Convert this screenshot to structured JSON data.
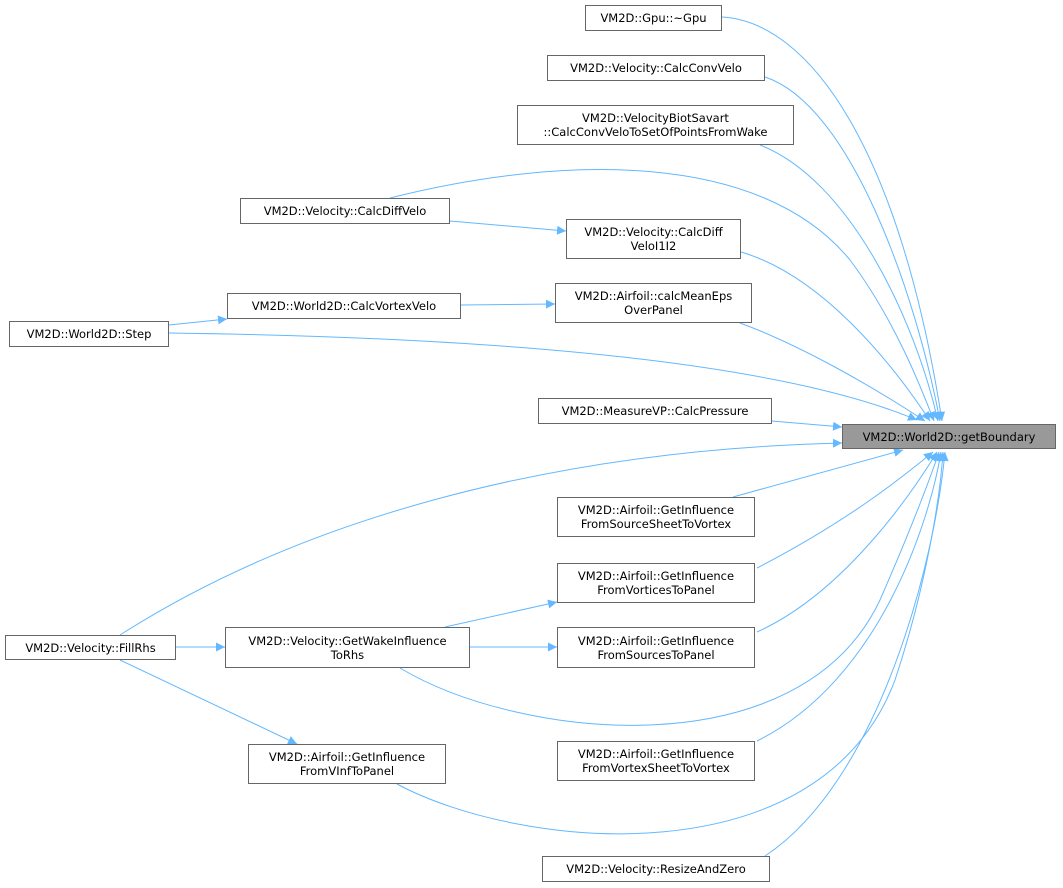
{
  "colors": {
    "edge": "#63b8ff",
    "node_border": "#666666",
    "focus_fill": "#999999"
  },
  "nodes": {
    "gpu": {
      "lines": [
        "VM2D::Gpu::~Gpu"
      ]
    },
    "calcconvvelo": {
      "lines": [
        "VM2D::Velocity::CalcConvVelo"
      ]
    },
    "biotsavart": {
      "lines": [
        "VM2D::VelocityBiotSavart",
        "::CalcConvVeloToSetOfPointsFromWake"
      ]
    },
    "calcdiffvelo": {
      "lines": [
        "VM2D::Velocity::CalcDiffVelo"
      ]
    },
    "calcdiffveloi1i2": {
      "lines": [
        "VM2D::Velocity::CalcDiff",
        "VeloI1I2"
      ]
    },
    "calcvortexvelo": {
      "lines": [
        "VM2D::World2D::CalcVortexVelo"
      ]
    },
    "calcmeaneps": {
      "lines": [
        "VM2D::Airfoil::calcMeanEps",
        "OverPanel"
      ]
    },
    "step": {
      "lines": [
        "VM2D::World2D::Step"
      ]
    },
    "calcpressure": {
      "lines": [
        "VM2D::MeasureVP::CalcPressure"
      ]
    },
    "getboundary": {
      "lines": [
        "VM2D::World2D::getBoundary"
      ]
    },
    "sourcesheet": {
      "lines": [
        "VM2D::Airfoil::GetInfluence",
        "FromSourceSheetToVortex"
      ]
    },
    "vorticestopanel": {
      "lines": [
        "VM2D::Airfoil::GetInfluence",
        "FromVorticesToPanel"
      ]
    },
    "fillrhs": {
      "lines": [
        "VM2D::Velocity::FillRhs"
      ]
    },
    "getwake": {
      "lines": [
        "VM2D::Velocity::GetWakeInfluence",
        "ToRhs"
      ]
    },
    "sourcestopanel": {
      "lines": [
        "VM2D::Airfoil::GetInfluence",
        "FromSourcesToPanel"
      ]
    },
    "vinftopanel": {
      "lines": [
        "VM2D::Airfoil::GetInfluence",
        "FromVInfToPanel"
      ]
    },
    "vortexsheet": {
      "lines": [
        "VM2D::Airfoil::GetInfluence",
        "FromVortexSheetToVortex"
      ]
    },
    "resizeandzero": {
      "lines": [
        "VM2D::Velocity::ResizeAndZero"
      ]
    }
  }
}
